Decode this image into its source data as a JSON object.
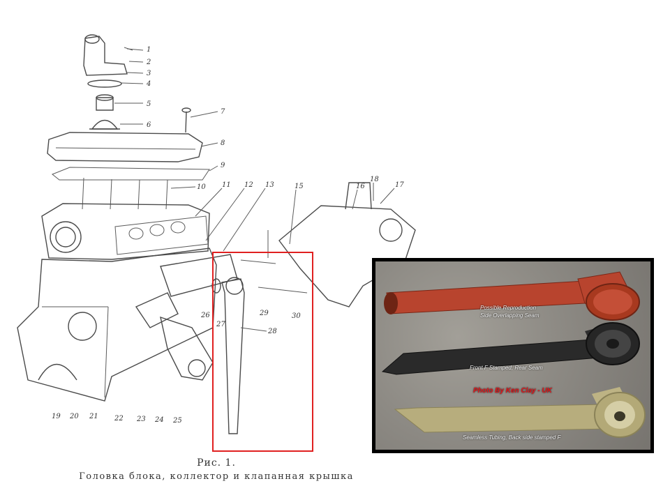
{
  "figure": {
    "number": "Рис. 1.",
    "title": "Головка блока, коллектор и клапанная крышка"
  },
  "callouts": [
    "1",
    "2",
    "3",
    "4",
    "5",
    "6",
    "7",
    "8",
    "9",
    "10",
    "11",
    "12",
    "13",
    "15",
    "16",
    "17",
    "18",
    "19",
    "20",
    "21",
    "22",
    "23",
    "24",
    "25",
    "26",
    "27",
    "28",
    "29",
    "30"
  ],
  "highlight": {
    "color": "#e02020",
    "part_number": "28"
  },
  "photo": {
    "captions": {
      "red": [
        "Possible Reproduction",
        "Side Overlapping Seam"
      ],
      "black": "Front F Stamped, Rear Seam",
      "tan": "Seamless Tubing, Back side stamped F"
    },
    "credit": "Photo By Ken Clay - UK",
    "part_colors": {
      "red": "#b8442e",
      "black": "#2a2a2a",
      "tan": "#b7ad7d"
    }
  }
}
